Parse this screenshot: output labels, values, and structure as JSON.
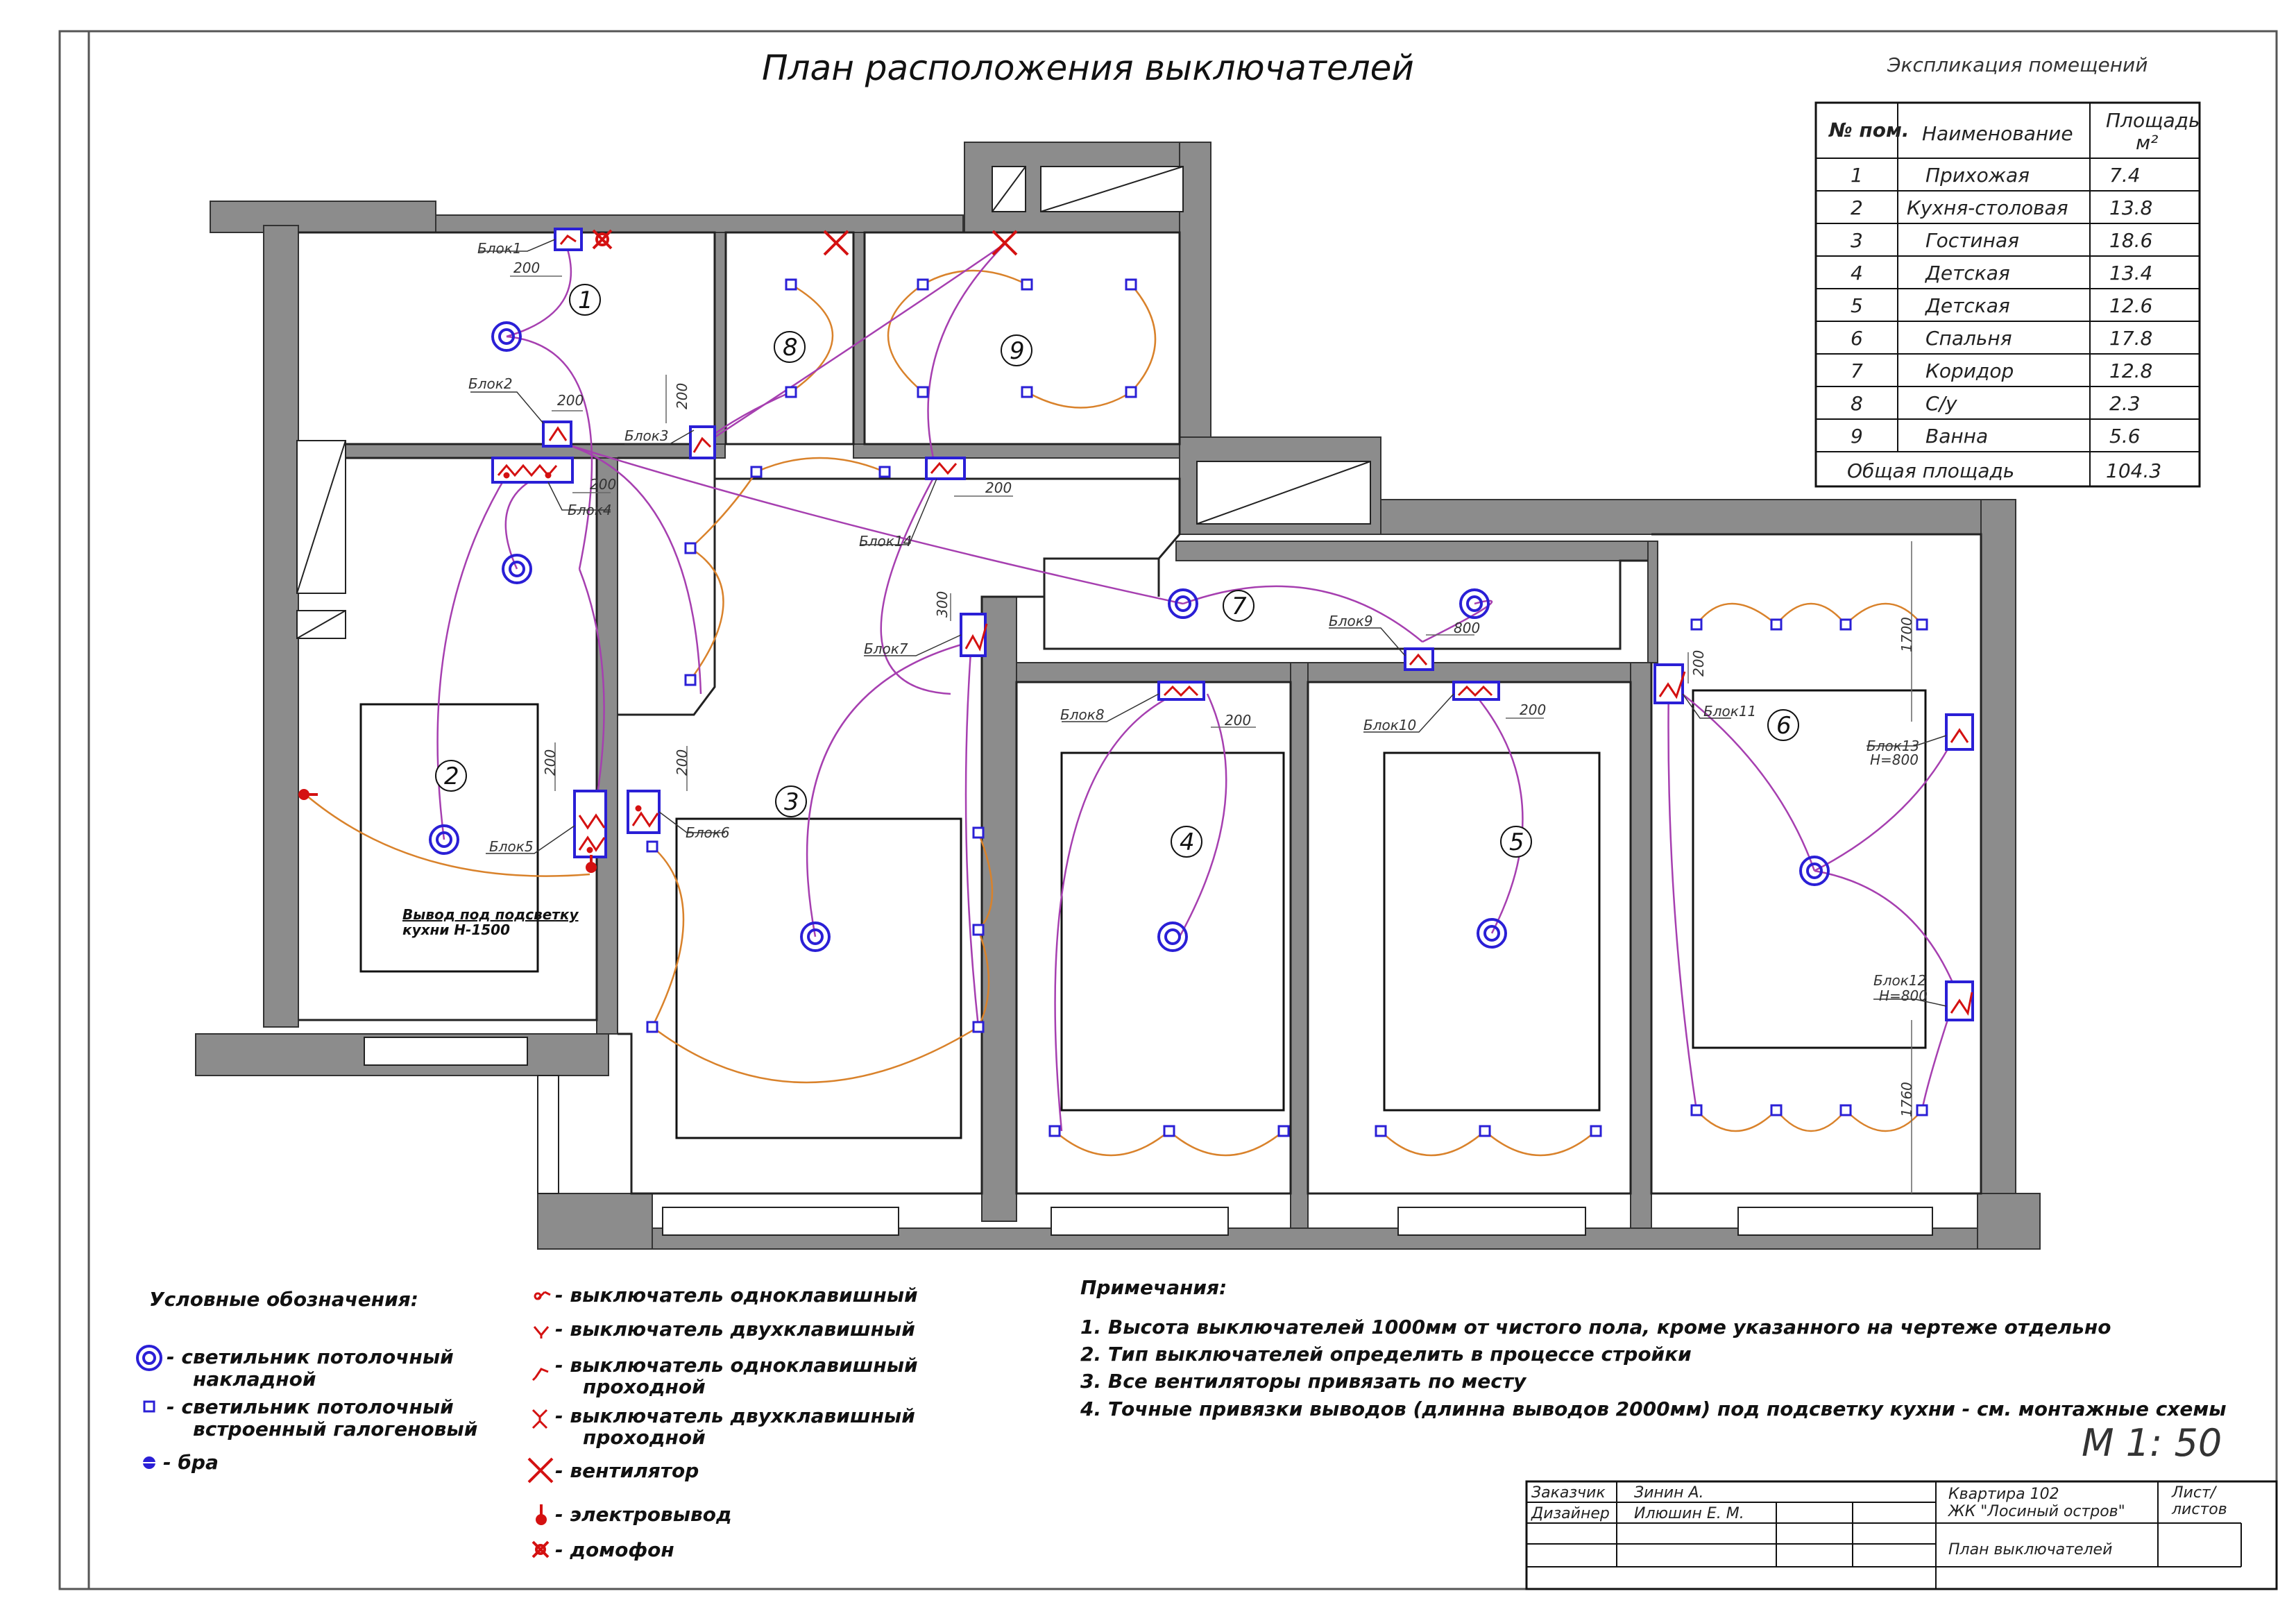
{
  "title": "План расположения выключателей",
  "explication": {
    "title": "Экспликация помещений",
    "headers": {
      "num": "№ пом.",
      "name": "Наименование",
      "area": "Площадь",
      "unit": "м²"
    },
    "rows": [
      {
        "num": "1",
        "name": "Прихожая",
        "area": "7.4"
      },
      {
        "num": "2",
        "name": "Кухня-столовая",
        "area": "13.8"
      },
      {
        "num": "3",
        "name": "Гостиная",
        "area": "18.6"
      },
      {
        "num": "4",
        "name": "Детская",
        "area": "13.4"
      },
      {
        "num": "5",
        "name": "Детская",
        "area": "12.6"
      },
      {
        "num": "6",
        "name": "Спальня",
        "area": "17.8"
      },
      {
        "num": "7",
        "name": "Коридор",
        "area": "12.8"
      },
      {
        "num": "8",
        "name": "С/у",
        "area": "2.3"
      },
      {
        "num": "9",
        "name": "Ванна",
        "area": "5.6"
      }
    ],
    "total_label": "Общая площадь",
    "total_value": "104.3"
  },
  "plan": {
    "rooms": [
      "1",
      "2",
      "3",
      "4",
      "5",
      "6",
      "7",
      "8",
      "9"
    ],
    "blocks": {
      "b1": "Блок1",
      "b2": "Блок2",
      "b3": "Блок3",
      "b4": "Блок4",
      "b5": "Блок5",
      "b6": "Блок6",
      "b7": "Блок7",
      "b8": "Блок8",
      "b9": "Блок9",
      "b10": "Блок10",
      "b11": "Блок11",
      "b12": "Блок12",
      "b13": "Блок13",
      "b14": "Блок14"
    },
    "heights": {
      "h800": "H=800"
    },
    "dims": {
      "d200": "200",
      "d300": "300",
      "d800": "800",
      "d1700": "1700",
      "d1760": "1760"
    },
    "kitchen_note_1": "Вывод под подсветку",
    "kitchen_note_2": "кухни H-1500"
  },
  "legend": {
    "title": "Условные обозначения:",
    "ceiling_lamp_1": "- светильник потолочный",
    "ceiling_lamp_2": "накладной",
    "halogen_1": "- светильник потолочный",
    "halogen_2": "встроенный галогеновый",
    "sconce": "- бра",
    "switch_single": "- выключатель одноклавишный",
    "switch_double": "- выключатель двухклавишный",
    "switch_single_pass_1": "- выключатель одноклавишный",
    "switch_single_pass_2": "проходной",
    "switch_double_pass_1": "- выключатель двухклавишный",
    "switch_double_pass_2": "проходной",
    "fan": "- вентилятор",
    "outlet": "- электровывод",
    "intercom": "- домофон"
  },
  "notes": {
    "title": "Примечания:",
    "items": [
      "1.  Высота выключателей 1000мм от чистого пола, кроме указанного на чертеже отдельно",
      "2.  Тип выключателей определить в процессе стройки",
      "3.  Все вентиляторы привязать по месту",
      "4.  Точные привязки выводов (длинна выводов 2000мм) под подсветку кухни - см. монтажные схемы"
    ]
  },
  "scale": "М 1: 50",
  "title_block": {
    "customer_label": "Заказчик",
    "customer_value": "Зинин А.",
    "designer_label": "Дизайнер",
    "designer_value": "Илюшин Е. М.",
    "project_1": "Квартира 102",
    "project_2": "ЖК \"Лосиный остров\"",
    "sheet_label_1": "Лист/",
    "sheet_label_2": "листов",
    "drawing_name": "План выключателей"
  },
  "colors": {
    "wall": "#8c8c8c",
    "wire_orange": "#d9822b",
    "wire_violet": "#a63fb0",
    "fixture": "#2a1fd6",
    "switch": "#d41111"
  }
}
